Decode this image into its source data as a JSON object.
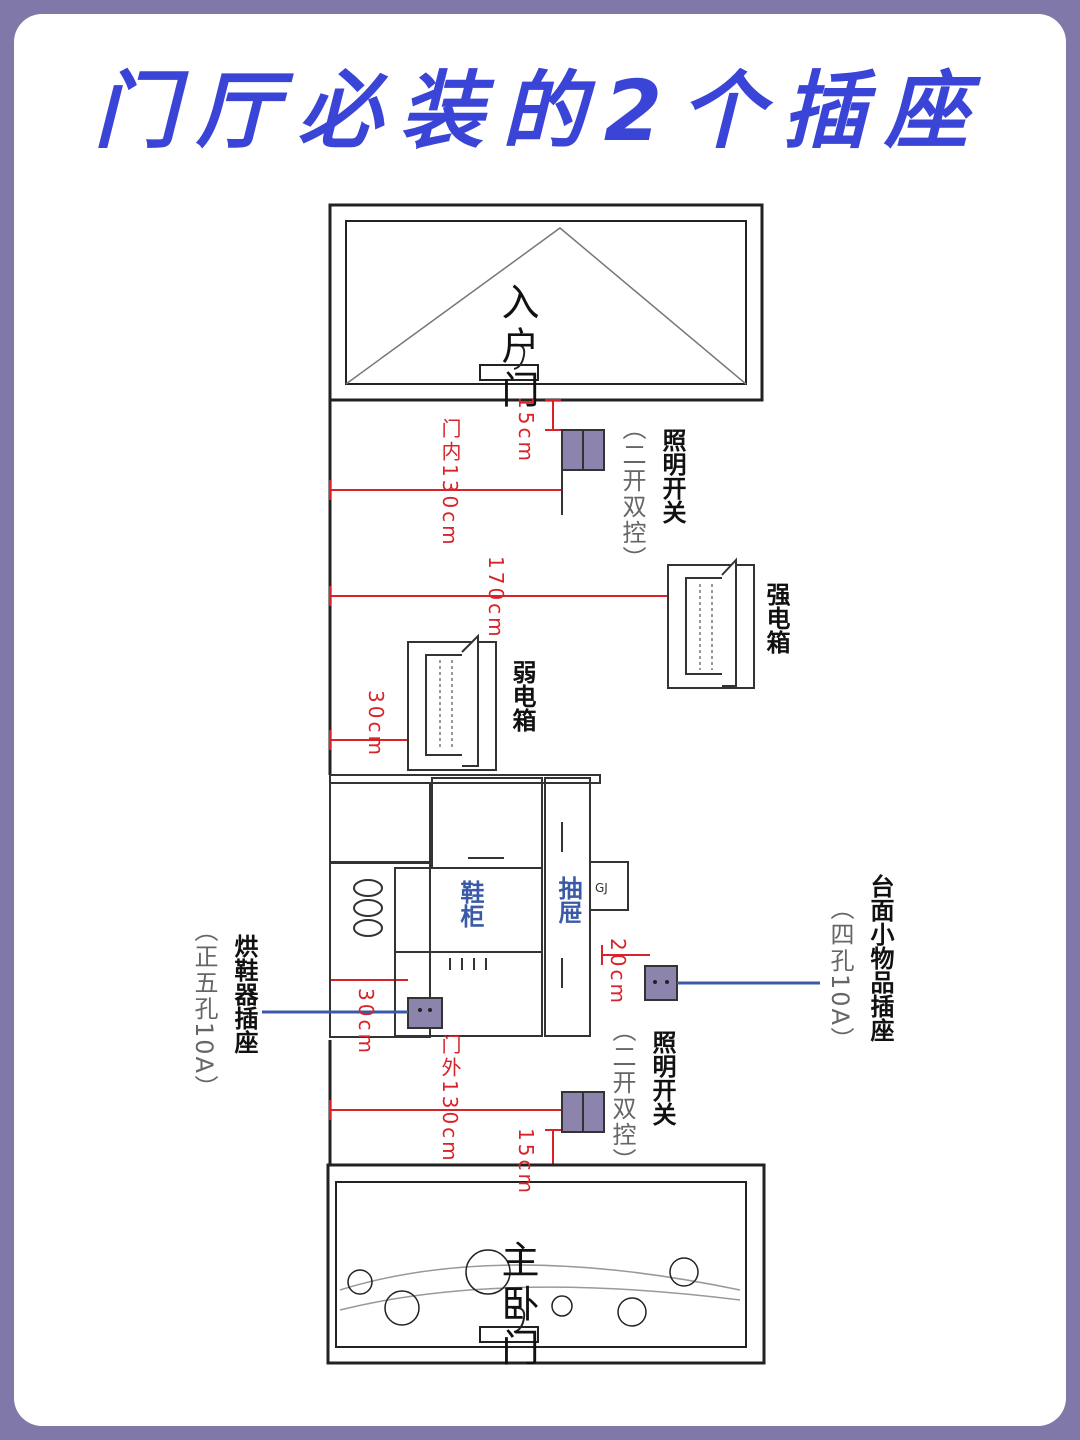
{
  "title": "门厅必装的2个插座",
  "entry_door": {
    "label": "入户门"
  },
  "bedroom_door": {
    "label": "主卧门"
  },
  "top_switch": {
    "label": "照明开关",
    "sub": "（二开双控）",
    "dim_small": "15cm",
    "dim_long": "门内130cm"
  },
  "strong_box": {
    "label": "强电箱",
    "dim": "170cm"
  },
  "weak_box": {
    "label": "弱电箱",
    "dim": "30cm"
  },
  "cabinet": {
    "shoe_label": "鞋柜",
    "drawer_label": "抽屉"
  },
  "counter_outlet": {
    "label": "台面小物品插座",
    "sub": "（四孔10A）",
    "dim": "20cm"
  },
  "dryer_outlet": {
    "label": "烘鞋器插座",
    "sub": "（正五孔10A）",
    "dim": "30cm"
  },
  "bottom_switch": {
    "label": "照明开关",
    "sub": "（二开双控）",
    "dim_small": "15cm",
    "dim_long": "门外130cm"
  },
  "colors": {
    "title": "#3a44d6",
    "frame": "#7f78a8",
    "dimension": "#d8232a",
    "device": "#8c84ad",
    "pointer": "#3a5aa8"
  }
}
